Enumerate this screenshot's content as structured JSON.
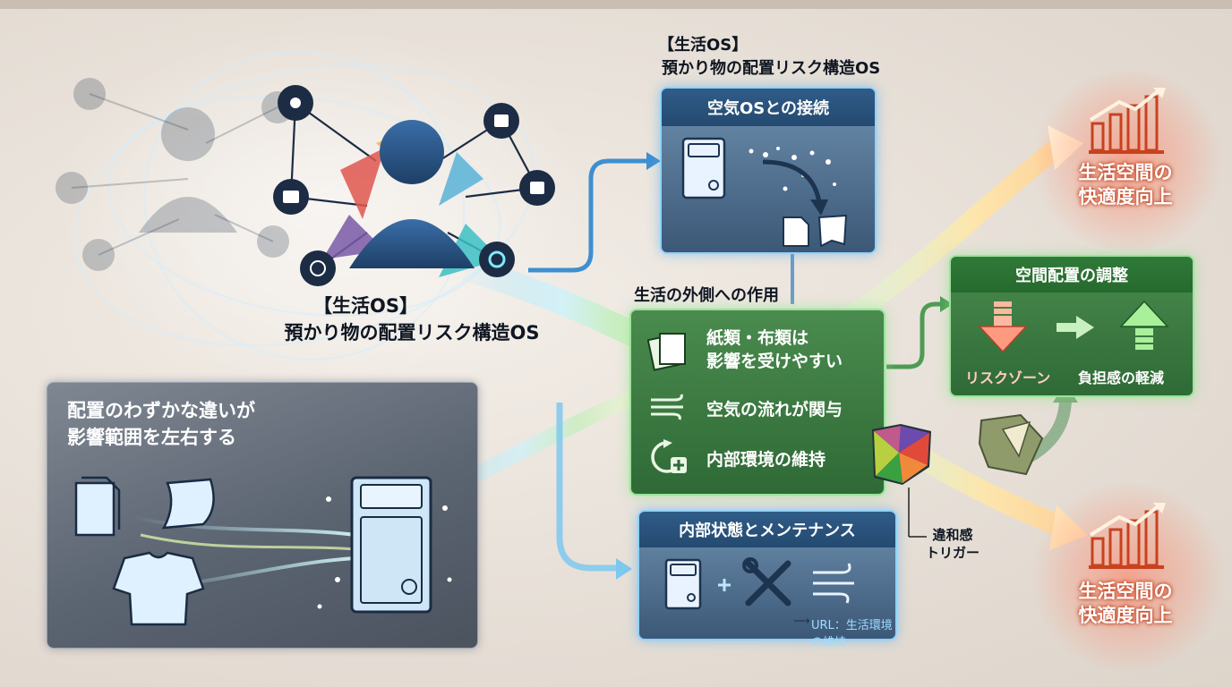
{
  "header_caption": {
    "line1": "【生活OS】",
    "line2": "預かり物の配置リスク構造OS"
  },
  "center_caption": {
    "line1": "【生活OS】",
    "line2": "預かり物の配置リスク構造OS"
  },
  "air_panel": {
    "title": "空気OSとの接続"
  },
  "external_panel": {
    "heading": "生活の外側への作用",
    "items": [
      {
        "text1": "紙類・布類は",
        "text2": "影響を受けやすい",
        "icon": "paper-icon"
      },
      {
        "text1": "空気の流れが関与",
        "icon": "wind-icon"
      },
      {
        "text1": "内部環境の維持",
        "icon": "recycle-plus-icon"
      }
    ]
  },
  "layout_panel": {
    "title": "空間配置の調整",
    "left_label": "リスクゾーン",
    "right_label": "負担感の軽減"
  },
  "maintenance_panel": {
    "title": "内部状態とメンテナンス",
    "url_text": "URL：生活環境の維持"
  },
  "left_panel": {
    "line1": "配置のわずかな違いが",
    "line2": "影響範囲を左右する"
  },
  "trigger_label": {
    "line1": "違和感",
    "line2": "トリガー"
  },
  "comfort_top": {
    "line1": "生活空間の",
    "line2": "快適度向上"
  },
  "comfort_bottom": {
    "line1": "生活空間の",
    "line2": "快適度向上"
  },
  "colors": {
    "blue_panel": "#2f5c88",
    "green_panel": "#2f7a38",
    "accent_red": "#e0512c",
    "glow_cyan": "#8fd2ff"
  }
}
